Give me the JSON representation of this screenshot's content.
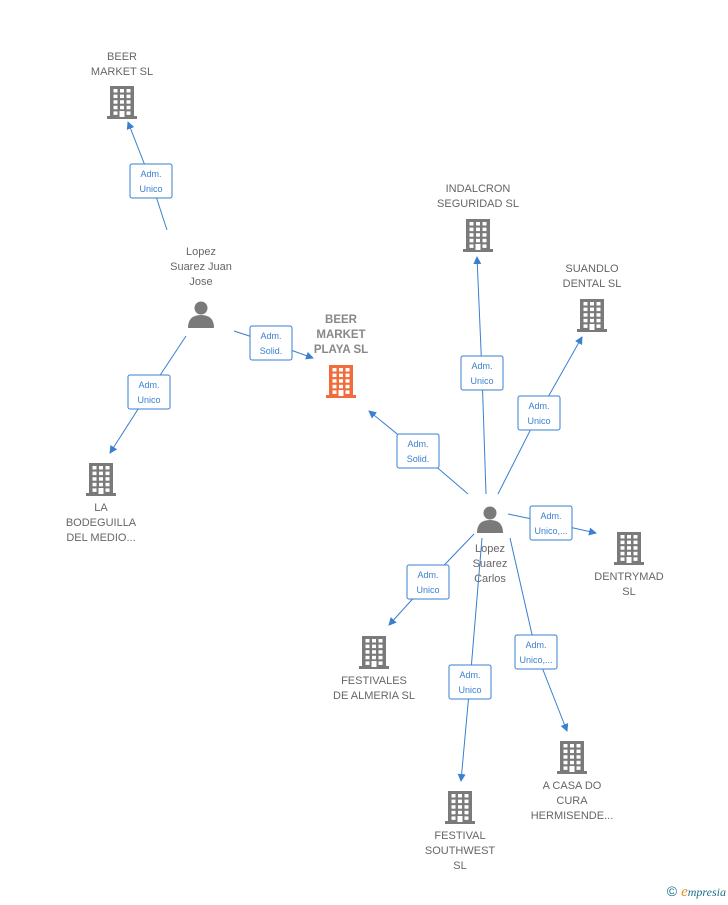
{
  "nodes": [
    {
      "id": "beer_market",
      "type": "company",
      "label": [
        "BEER",
        "MARKET  SL"
      ]
    },
    {
      "id": "lopez_juan",
      "type": "person",
      "label": [
        "Lopez",
        "Suarez Juan",
        "Jose"
      ]
    },
    {
      "id": "beer_playa",
      "type": "company",
      "main": true,
      "label": [
        "BEER",
        "MARKET",
        "PLAYA  SL"
      ]
    },
    {
      "id": "bodeguilla",
      "type": "company",
      "label": [
        "LA",
        "BODEGUILLA",
        "DEL MEDIO..."
      ]
    },
    {
      "id": "indalcron",
      "type": "company",
      "label": [
        "INDALCRON",
        "SEGURIDAD  SL"
      ]
    },
    {
      "id": "suandlo",
      "type": "company",
      "label": [
        "SUANDLO",
        "DENTAL SL"
      ]
    },
    {
      "id": "lopez_carlos",
      "type": "person",
      "label": [
        "Lopez",
        "Suarez",
        "Carlos"
      ]
    },
    {
      "id": "dentrymad",
      "type": "company",
      "label": [
        "DENTRYMAD",
        "SL"
      ]
    },
    {
      "id": "festivales",
      "type": "company",
      "label": [
        "FESTIVALES",
        "DE ALMERIA  SL"
      ]
    },
    {
      "id": "festival_sw",
      "type": "company",
      "label": [
        "FESTIVAL",
        "SOUTHWEST",
        "SL"
      ]
    },
    {
      "id": "casa_cura",
      "type": "company",
      "label": [
        "A CASA DO",
        "CURA",
        "HERMISENDE..."
      ]
    }
  ],
  "edges": [
    {
      "from": "lopez_juan",
      "to": "beer_market",
      "label": [
        "Adm.",
        "Unico"
      ]
    },
    {
      "from": "lopez_juan",
      "to": "beer_playa",
      "label": [
        "Adm.",
        "Solid."
      ]
    },
    {
      "from": "lopez_juan",
      "to": "bodeguilla",
      "label": [
        "Adm.",
        "Unico"
      ]
    },
    {
      "from": "lopez_carlos",
      "to": "beer_playa",
      "label": [
        "Adm.",
        "Solid."
      ]
    },
    {
      "from": "lopez_carlos",
      "to": "indalcron",
      "label": [
        "Adm.",
        "Unico"
      ]
    },
    {
      "from": "lopez_carlos",
      "to": "suandlo",
      "label": [
        "Adm.",
        "Unico"
      ]
    },
    {
      "from": "lopez_carlos",
      "to": "dentrymad",
      "label": [
        "Adm.",
        "Unico,..."
      ]
    },
    {
      "from": "lopez_carlos",
      "to": "festivales",
      "label": [
        "Adm.",
        "Unico"
      ]
    },
    {
      "from": "lopez_carlos",
      "to": "festival_sw",
      "label": [
        "Adm.",
        "Unico"
      ]
    },
    {
      "from": "lopez_carlos",
      "to": "casa_cura",
      "label": [
        "Adm.",
        "Unico,..."
      ]
    }
  ],
  "colors": {
    "company": "#7a7a7a",
    "main_company": "#f26b3a",
    "person": "#7a7a7a",
    "edge": "#3a7fd0"
  },
  "watermark": {
    "symbol": "©",
    "initial": "e",
    "rest": "mpresia"
  }
}
